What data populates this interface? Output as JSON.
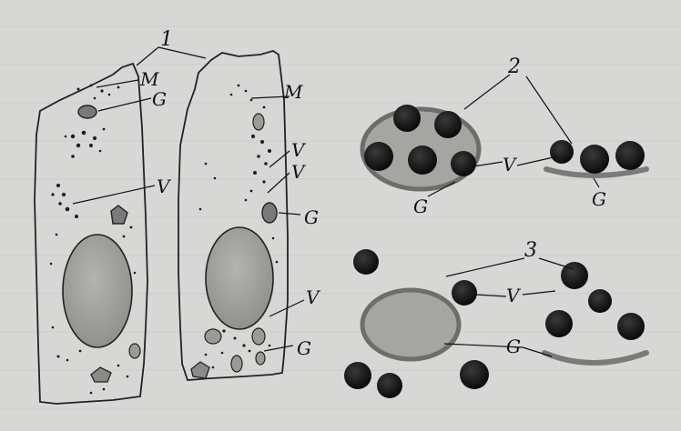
{
  "figure": {
    "panel_labels": {
      "one": "1",
      "two": "2",
      "three": "3"
    },
    "structure_labels": {
      "M": "M",
      "G": "G",
      "V": "V"
    }
  }
}
